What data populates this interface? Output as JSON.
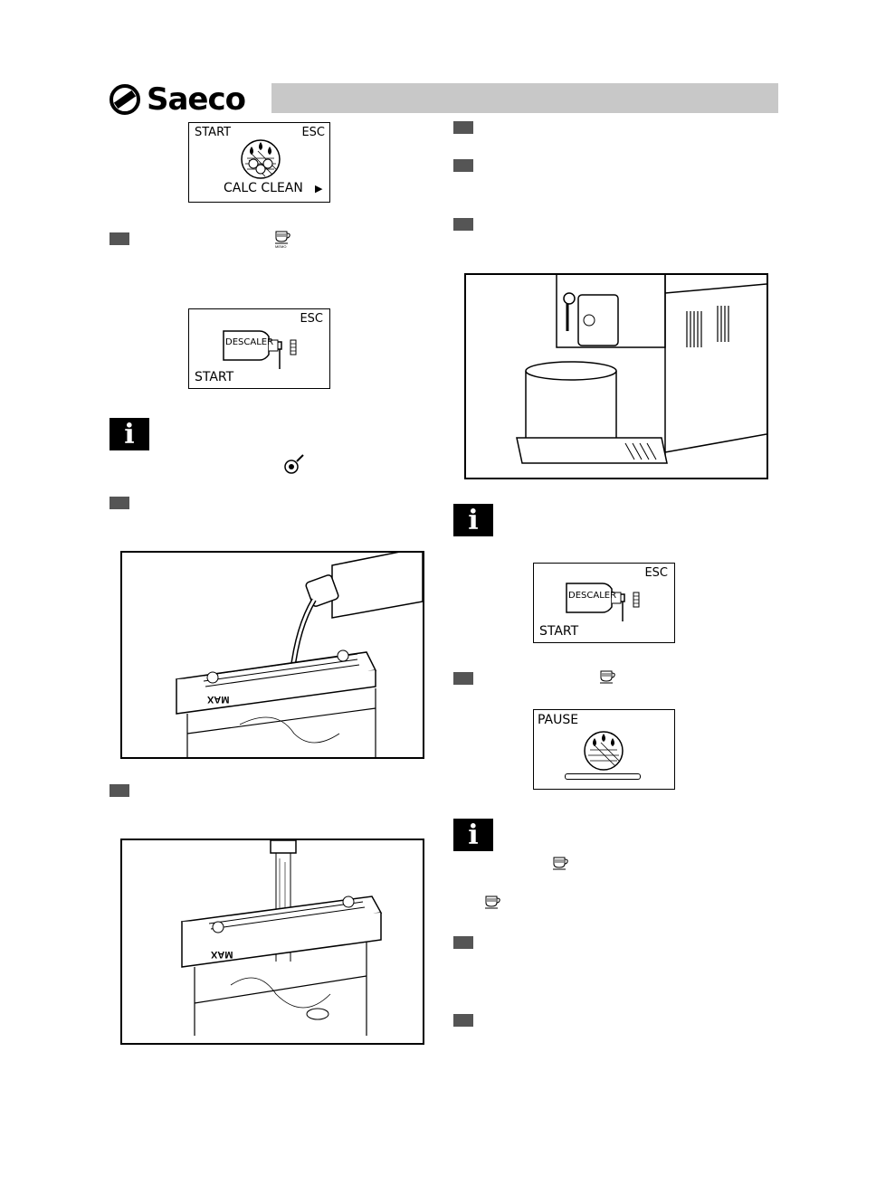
{
  "brand": {
    "name": "Saeco"
  },
  "colors": {
    "header_bar": "#c8c8c8",
    "step_marker": "#555555"
  },
  "lcd_calc_clean": {
    "start": "START",
    "esc": "ESC",
    "label": "CALC CLEAN",
    "arrow": "▶"
  },
  "lcd_descaler_1": {
    "esc": "ESC",
    "start": "START",
    "bottle_label": "DESCALER"
  },
  "lcd_descaler_2": {
    "esc": "ESC",
    "start": "START",
    "bottle_label": "DESCALER"
  },
  "lcd_pause": {
    "pause": "PAUSE"
  },
  "info_icon": "i",
  "memo_label": "MEMO",
  "tank_label": "MAX"
}
